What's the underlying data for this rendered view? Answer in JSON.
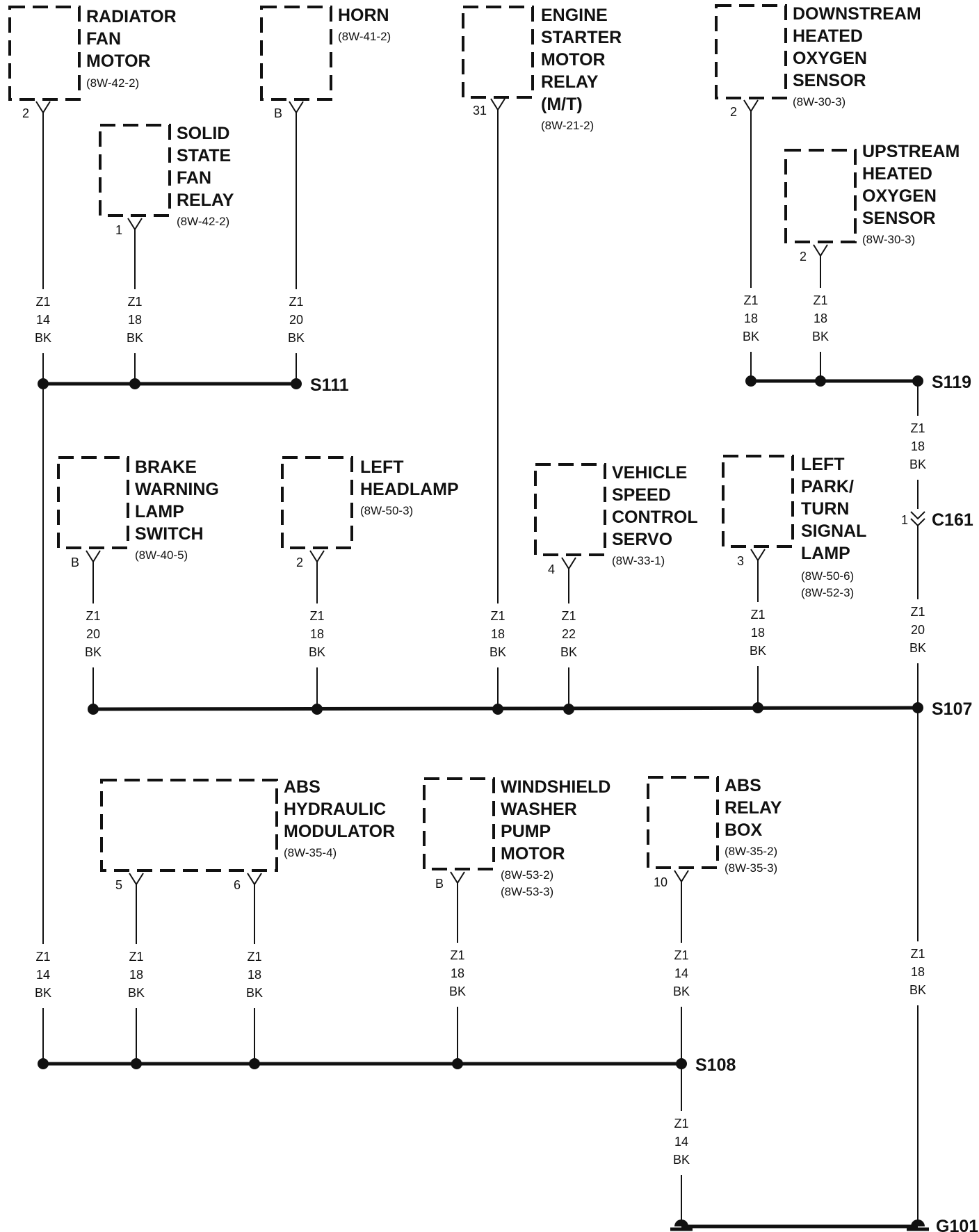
{
  "components": {
    "radiator_fan_motor": {
      "name": [
        "RADIATOR",
        "FAN",
        "MOTOR"
      ],
      "ref": [
        "(8W-42-2)"
      ],
      "pin": "2"
    },
    "solid_state_fan_relay": {
      "name": [
        "SOLID",
        "STATE",
        "FAN",
        "RELAY"
      ],
      "ref": [
        "(8W-42-2)"
      ],
      "pin": "1"
    },
    "horn": {
      "name": [
        "HORN"
      ],
      "ref": [
        "(8W-41-2)"
      ],
      "pin": "B"
    },
    "engine_starter_motor_relay": {
      "name": [
        "ENGINE",
        "STARTER",
        "MOTOR",
        "RELAY",
        "(M/T)"
      ],
      "ref": [
        "(8W-21-2)"
      ],
      "pin": "31"
    },
    "downstream_heated_oxygen_sensor": {
      "name": [
        "DOWNSTREAM",
        "HEATED",
        "OXYGEN",
        "SENSOR"
      ],
      "ref": [
        "(8W-30-3)"
      ],
      "pin": "2"
    },
    "upstream_heated_oxygen_sensor": {
      "name": [
        "UPSTREAM",
        "HEATED",
        "OXYGEN",
        "SENSOR"
      ],
      "ref": [
        "(8W-30-3)"
      ],
      "pin": "2"
    },
    "brake_warning_lamp_switch": {
      "name": [
        "BRAKE",
        "WARNING",
        "LAMP",
        "SWITCH"
      ],
      "ref": [
        "(8W-40-5)"
      ],
      "pin": "B"
    },
    "left_headlamp": {
      "name": [
        "LEFT",
        "HEADLAMP"
      ],
      "ref": [
        "(8W-50-3)"
      ],
      "pin": "2"
    },
    "vehicle_speed_control_servo": {
      "name": [
        "VEHICLE",
        "SPEED",
        "CONTROL",
        "SERVO"
      ],
      "ref": [
        "(8W-33-1)"
      ],
      "pin": "4"
    },
    "left_park_turn_signal_lamp": {
      "name": [
        "LEFT",
        "PARK/",
        "TURN",
        "SIGNAL",
        "LAMP"
      ],
      "ref": [
        "(8W-50-6)",
        "(8W-52-3)"
      ],
      "pin": "3"
    },
    "abs_hydraulic_modulator": {
      "name": [
        "ABS",
        "HYDRAULIC",
        "MODULATOR"
      ],
      "ref": [
        "(8W-35-4)"
      ],
      "pins": [
        "5",
        "6"
      ]
    },
    "windshield_washer_pump_motor": {
      "name": [
        "WINDSHIELD",
        "WASHER",
        "PUMP",
        "MOTOR"
      ],
      "ref": [
        "(8W-53-2)",
        "(8W-53-3)"
      ],
      "pin": "B"
    },
    "abs_relay_box": {
      "name": [
        "ABS",
        "RELAY",
        "BOX"
      ],
      "ref": [
        "(8W-35-2)",
        "(8W-35-3)"
      ],
      "pin": "10"
    }
  },
  "splices": {
    "s111": "S111",
    "s119": "S119",
    "s107": "S107",
    "s108": "S108"
  },
  "connector": {
    "name": "C161",
    "pin": "1"
  },
  "ground": "G101",
  "wires": [
    [
      "Z1",
      "14",
      "BK"
    ],
    [
      "Z1",
      "18",
      "BK"
    ],
    [
      "Z1",
      "20",
      "BK"
    ],
    [
      "Z1",
      "18",
      "BK"
    ],
    [
      "Z1",
      "18",
      "BK"
    ],
    [
      "Z1",
      "18",
      "BK"
    ],
    [
      "Z1",
      "20",
      "BK"
    ],
    [
      "Z1",
      "20",
      "BK"
    ],
    [
      "Z1",
      "18",
      "BK"
    ],
    [
      "Z1",
      "18",
      "BK"
    ],
    [
      "Z1",
      "22",
      "BK"
    ],
    [
      "Z1",
      "18",
      "BK"
    ],
    [
      "Z1",
      "14",
      "BK"
    ],
    [
      "Z1",
      "18",
      "BK"
    ],
    [
      "Z1",
      "18",
      "BK"
    ],
    [
      "Z1",
      "18",
      "BK"
    ],
    [
      "Z1",
      "14",
      "BK"
    ],
    [
      "Z1",
      "18",
      "BK"
    ],
    [
      "Z1",
      "14",
      "BK"
    ]
  ]
}
